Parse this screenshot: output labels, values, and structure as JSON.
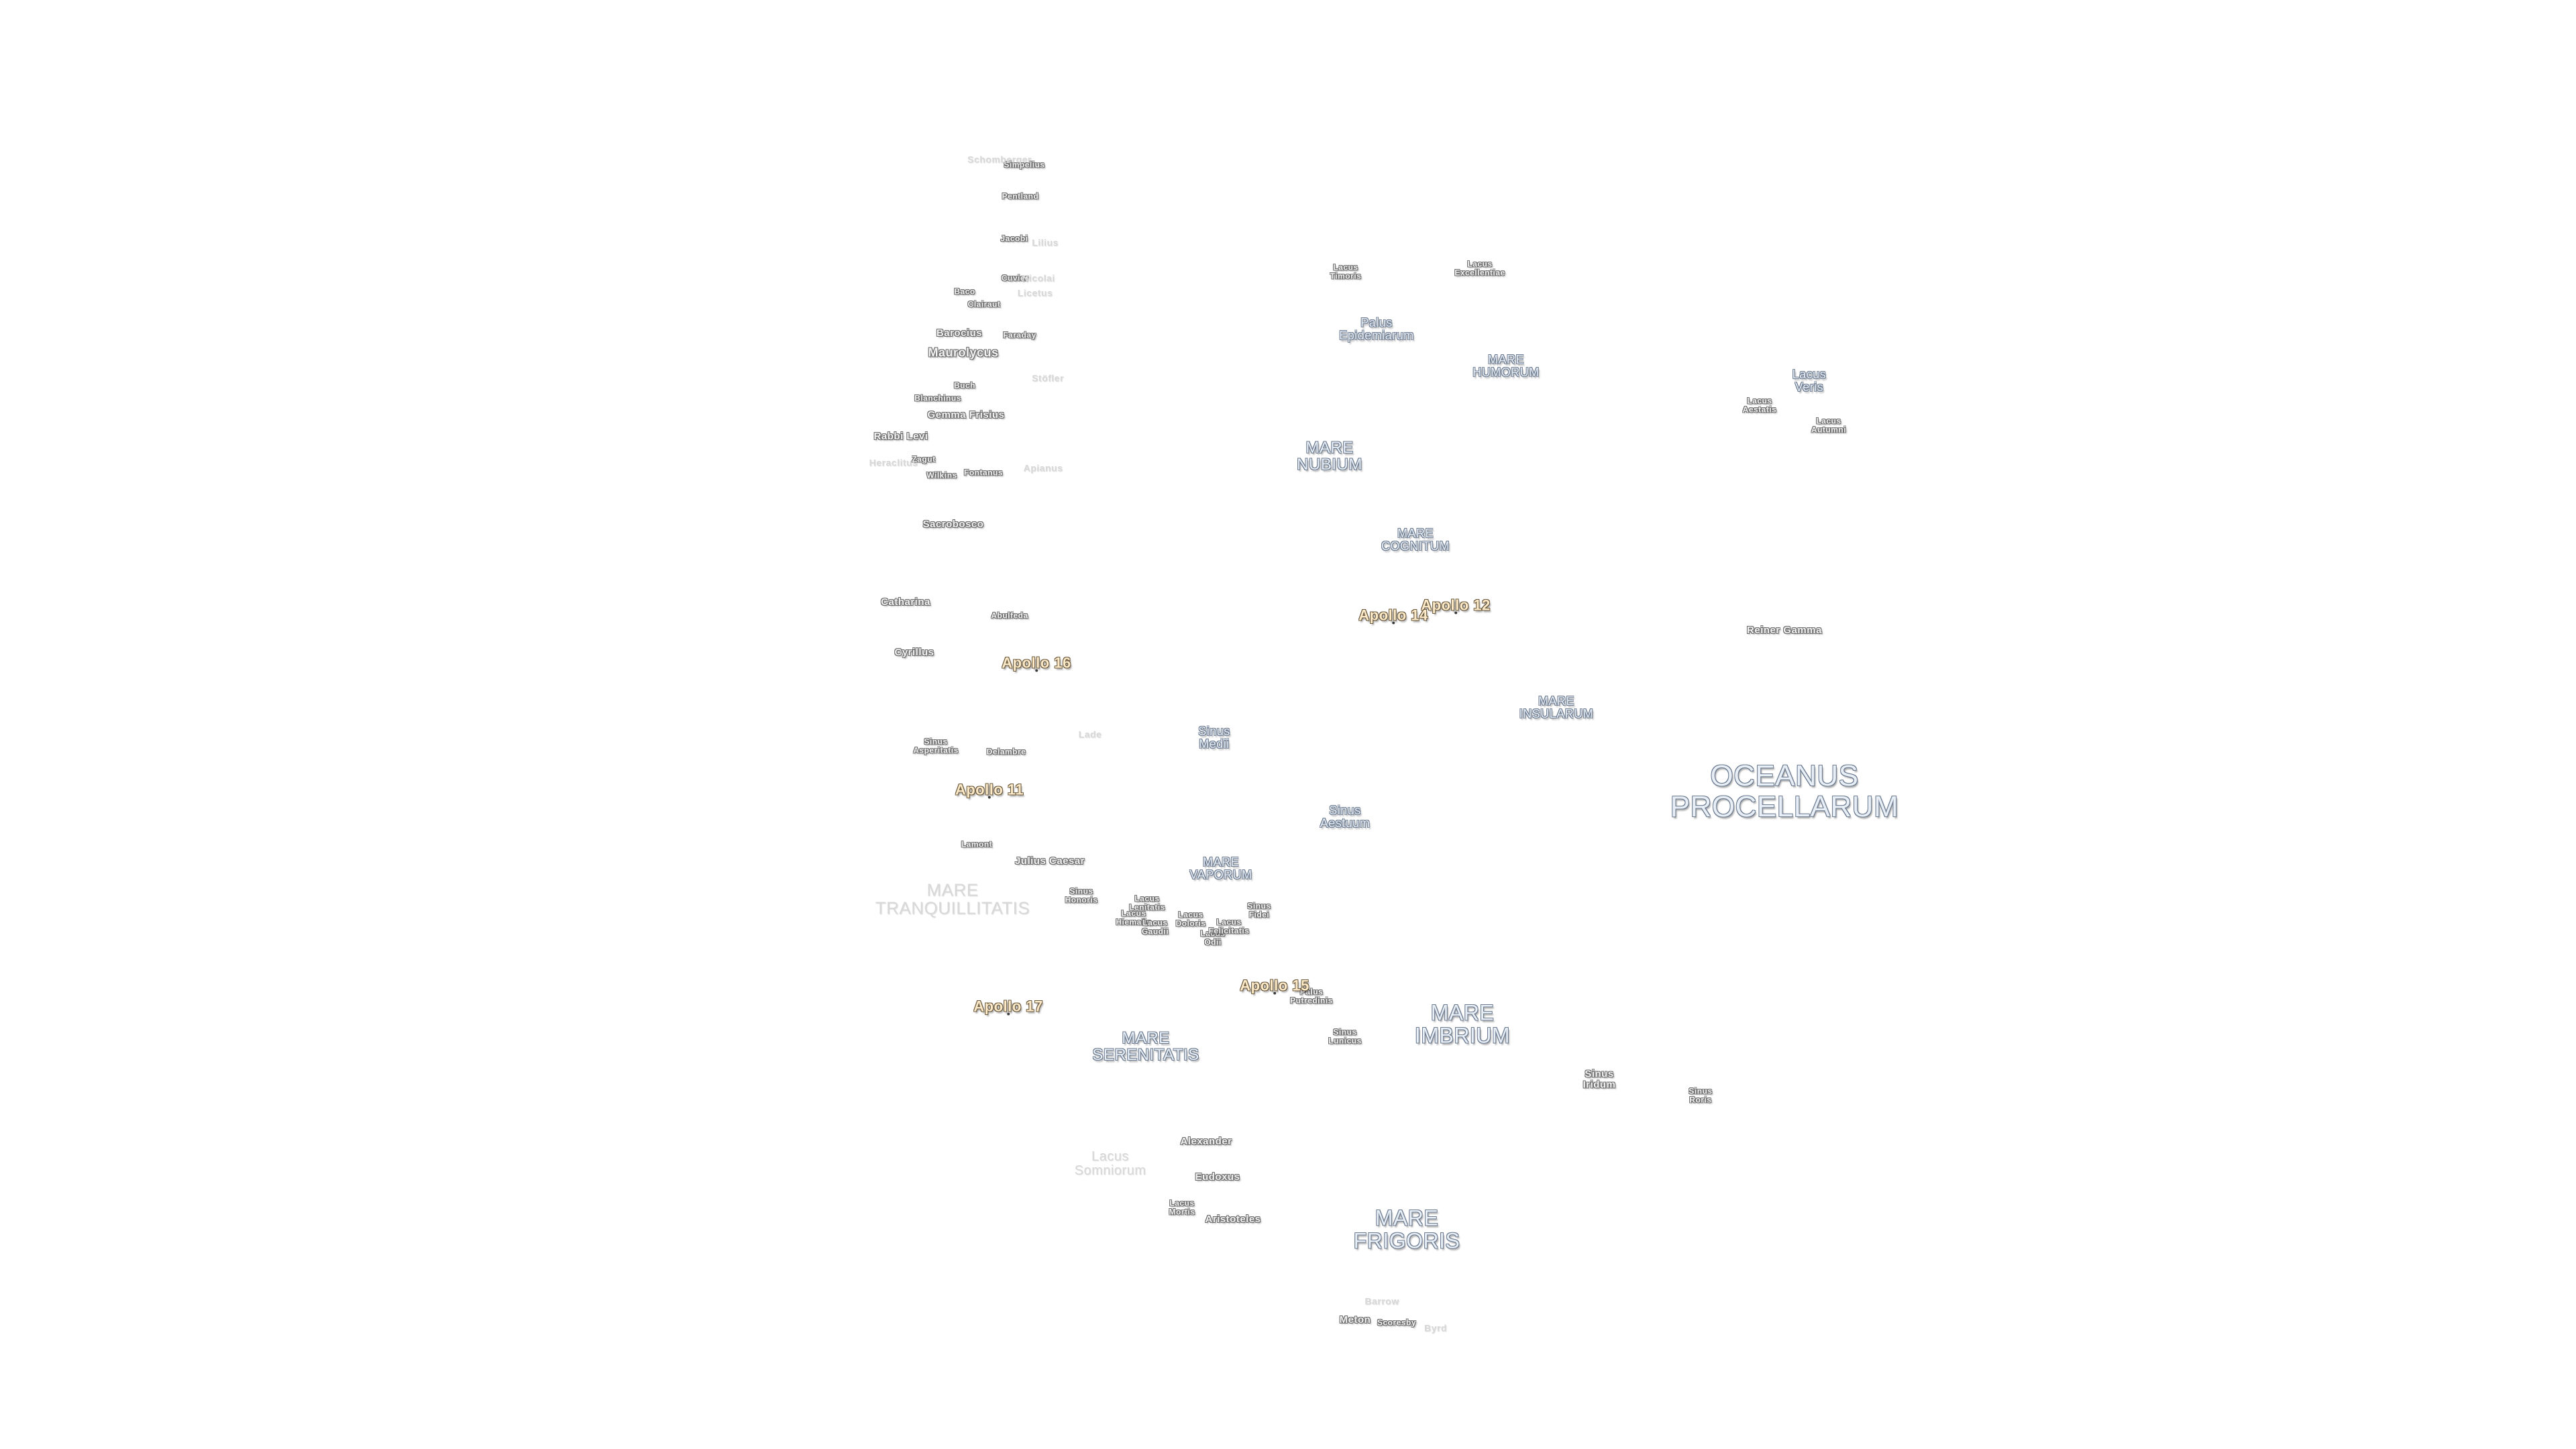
{
  "labels": {
    "oceanus_procellarum": [
      "OCEANUS",
      "PROCELLARUM"
    ],
    "mare_imbrium": [
      "MARE",
      "IMBRIUM"
    ],
    "mare_frigoris": [
      "MARE",
      "FRIGORIS"
    ],
    "mare_serenitatis": [
      "MARE",
      "SERENITATIS"
    ],
    "mare_tranquillitatis": [
      "MARE",
      "TRANQUILLITATIS"
    ],
    "mare_nubium": [
      "MARE",
      "NUBIUM"
    ],
    "mare_humorum": [
      "MARE",
      "HUMORUM"
    ],
    "mare_cognitum": [
      "MARE",
      "COGNITUM"
    ],
    "mare_insularum": [
      "MARE",
      "INSULARUM"
    ],
    "mare_vaporum": [
      "MARE",
      "VAPORUM"
    ],
    "lacus_somniorum": [
      "Lacus",
      "Somniorum"
    ],
    "lacus_veris": [
      "Lacus",
      "Veris"
    ],
    "lacus_autumni": [
      "Lacus",
      "Autumni"
    ],
    "lacus_aestatis": [
      "Lacus",
      "Aestatis"
    ],
    "lacus_timoris": [
      "Lacus",
      "Timoris"
    ],
    "lacus_excellentiae": [
      "Lacus",
      "Excellentiae"
    ],
    "lacus_mortis": [
      "Lacus",
      "Mortis"
    ],
    "palus_epidemiarum": [
      "Palus",
      "Epidemiarum"
    ],
    "palus_putredinis": [
      "Palus",
      "Putredinis"
    ],
    "sinus_medii": [
      "Sinus",
      "Medii"
    ],
    "sinus_aestuum": [
      "Sinus",
      "Aestuum"
    ],
    "sinus_iridum": [
      "Sinus",
      "Iridum"
    ],
    "sinus_roris": [
      "Sinus",
      "Roris"
    ],
    "sinus_asperitatis": [
      "Sinus",
      "Asperitatis"
    ],
    "sinus_honoris": [
      "Sinus",
      "Honoris"
    ],
    "sinus_lunicus": [
      "Sinus",
      "Lunicus"
    ],
    "sinus_fidei": [
      "Sinus",
      "Fidei"
    ],
    "lacus_lenitatis": [
      "Lacus",
      "Lenitatis"
    ],
    "lacus_hiemalis": [
      "Lacus",
      "Hiemalis"
    ],
    "lacus_gaudii": [
      "Lacus",
      "Gaudii"
    ],
    "lacus_doloris": [
      "Lacus",
      "Doloris"
    ],
    "lacus_odii": [
      "Lacus",
      "Odii"
    ],
    "lacus_felicitatis": [
      "Lacus",
      "Felicitatis"
    ],
    "reiner_gamma": "Reiner Gamma",
    "catharina": "Catharina",
    "cyrillus": "Cyrillus",
    "abulfeda": "Abulfeda",
    "delambre": "Delambre",
    "lade": "Lade",
    "lamont": "Lamont",
    "julius_caesar": "Julius Caesar",
    "alexander": "Alexander",
    "eudoxus": "Eudoxus",
    "aristoteles": "Aristoteles",
    "barrow": "Barrow",
    "meton": "Meton",
    "scoresby": "Scoresby",
    "byrd": "Byrd",
    "sacrobosco": "Sacrobosco",
    "rabbi_levi": "Rabbi Levi",
    "zagut": "Zagut",
    "wilkins": "Wilkins",
    "fontanus": "Fontanus",
    "apianus": "Apianus",
    "gemma_frisius": "Gemma Frisius",
    "blanchinus": "Blanchinus",
    "buch": "Buch",
    "barocius": "Barocius",
    "maurolycus": "Maurolycus",
    "faraday": "Faraday",
    "stöfler": "Stöfler",
    "clairaut": "Clairaut",
    "baco": "Baco",
    "cuvier": "Cuvier",
    "licetus": "Licetus",
    "jacobi": "Jacobi",
    "pentland": "Pentland",
    "simpelius": "Simpelius",
    "schomberger": "Schomberger",
    "lilius": "Lilius",
    "nicolai": "Nicolai",
    "heraclitus": "Heraclitus"
  },
  "apollo_sites": {
    "a11": "Apollo 11",
    "a12": "Apollo 12",
    "a14": "Apollo 14",
    "a15": "Apollo 15",
    "a16": "Apollo 16",
    "a17": "Apollo 17"
  },
  "colors": {
    "background": "#ffffff",
    "mare_fill": "#e8eef6",
    "mare_outline": "#6c7b90",
    "feature_outline": "#6a6a6a",
    "apollo_fill": "#fbe9c8",
    "faint": "#d8d8d8"
  }
}
